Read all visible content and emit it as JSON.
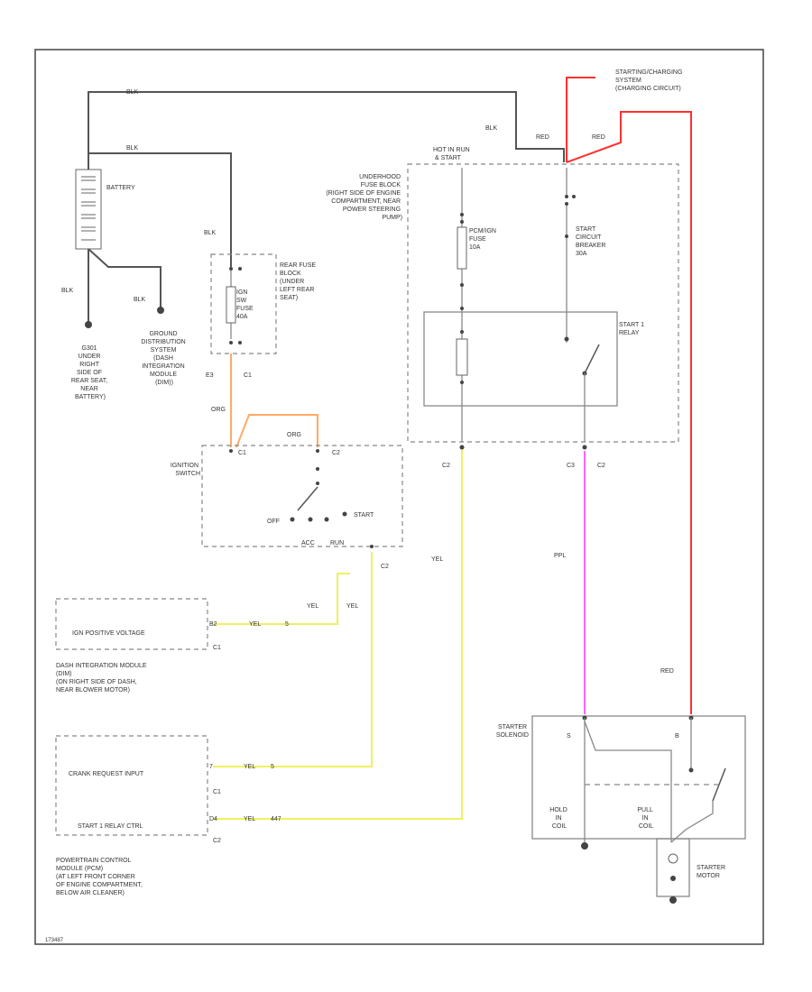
{
  "colors": {
    "blk": "#555555",
    "red": "#ff3030",
    "org": "#ffaa66",
    "yel": "#f0f060",
    "ppl": "#ff66ff",
    "border": "#444444"
  },
  "wire_labels": {
    "blk": "BLK",
    "red": "RED",
    "org": "ORG",
    "yel": "YEL",
    "ppl": "PPL"
  },
  "battery": {
    "label": "BATTERY"
  },
  "ground_left": {
    "lines": [
      "G301",
      "UNDER",
      "RIGHT",
      "SIDE OF",
      "REAR SEAT,",
      "NEAR",
      "BATTERY)"
    ]
  },
  "ground_dist": {
    "lines": [
      "GROUND",
      "DISTRIBUTION",
      "SYSTEM",
      "(DASH",
      "INTEGRATION",
      "MODULE",
      "(DIM))"
    ]
  },
  "rear_fuse": {
    "lines": [
      "REAR FUSE",
      "BLOCK",
      "(UNDER",
      "LEFT REAR",
      "SEAT)"
    ],
    "fuse_lines": [
      "IGN",
      "SW",
      "FUSE",
      "40A"
    ]
  },
  "underhood": {
    "lines": [
      "UNDERHOOD",
      "FUSE BLOCK",
      "(RIGHT SIDE OF ENGINE",
      "COMPARTMENT, NEAR",
      "POWER STEERING",
      "PUMP)"
    ],
    "hot_label": [
      "HOT IN RUN",
      "& START"
    ],
    "pcm_fuse": [
      "PCM/IGN",
      "FUSE",
      "10A"
    ],
    "start_cb": [
      "START",
      "CIRCUIT",
      "BREAKER",
      "30A"
    ],
    "start_relay": [
      "START 1",
      "RELAY"
    ],
    "pins": [
      "C2",
      "C3",
      "C2",
      "C2"
    ]
  },
  "charging_ref": {
    "lines": [
      "STARTING/CHARGING",
      "SYSTEM",
      "(CHARGING CIRCUIT)"
    ]
  },
  "ignition": {
    "lines": [
      "IGNITION",
      "SWITCH"
    ],
    "positions": [
      "OFF",
      "START",
      "ACC",
      "RUN"
    ],
    "connectors": [
      "C1",
      "C2",
      "C2"
    ],
    "terminals": [
      "E3",
      "C1"
    ]
  },
  "dim": {
    "input": "IGN POSITIVE VOLTAGE",
    "pin": "B2",
    "conn": "C1",
    "wire_num": "5",
    "lines": [
      "DASH INTEGRATION MODULE",
      "(DIM)",
      "(ON RIGHT SIDE OF DASH,",
      "NEAR BLOWER MOTOR)"
    ]
  },
  "pcm": {
    "input1": "CRANK REQUEST INPUT",
    "input2": "START 1 RELAY CTRL",
    "pin1": "7",
    "pin2": "D4",
    "conns": [
      "C1",
      "C2"
    ],
    "wire_nums": [
      "5",
      "447"
    ],
    "lines": [
      "POWERTRAIN CONTROL",
      "MODULE (PCM)",
      "(AT LEFT FRONT CORNER",
      "OF ENGINE COMPARTMENT,",
      "BELOW AIR CLEANER)"
    ]
  },
  "solenoid": {
    "lines": [
      "STARTER",
      "SOLENOID"
    ],
    "terminals": [
      "S",
      "B"
    ],
    "hold": [
      "HOLD",
      "IN",
      "COIL"
    ],
    "pull": [
      "PULL",
      "IN",
      "COIL"
    ]
  },
  "starter_motor": {
    "lines": [
      "STARTER",
      "MOTOR"
    ]
  },
  "footer_code": "173487"
}
